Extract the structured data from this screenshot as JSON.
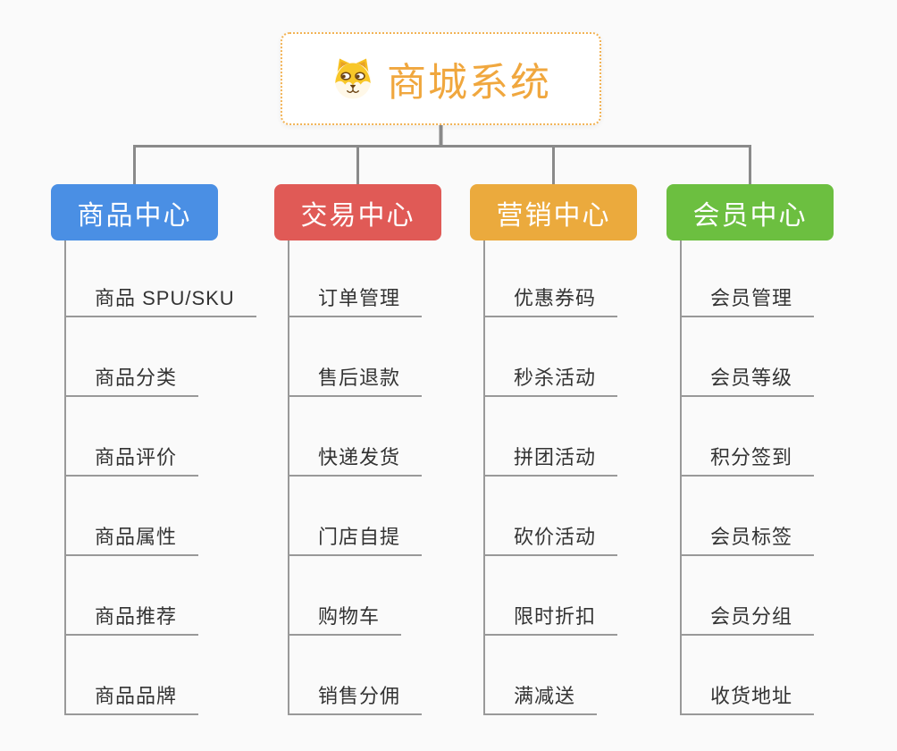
{
  "page": {
    "background_color": "#fafafa",
    "connector_color": "#8a8a8a",
    "underline_color": "#999999"
  },
  "root": {
    "title": "商城系统",
    "icon": "doge-icon",
    "text_color": "#f0a73e",
    "border_color": "#f2b355"
  },
  "branches": [
    {
      "label": "商品中心",
      "color": "#4a8fe4",
      "children": [
        "商品 SPU/SKU",
        "商品分类",
        "商品评价",
        "商品属性",
        "商品推荐",
        "商品品牌"
      ]
    },
    {
      "label": "交易中心",
      "color": "#e05a56",
      "children": [
        "订单管理",
        "售后退款",
        "快递发货",
        "门店自提",
        "购物车",
        "销售分佣"
      ]
    },
    {
      "label": "营销中心",
      "color": "#ebaa3d",
      "children": [
        "优惠券码",
        "秒杀活动",
        "拼团活动",
        "砍价活动",
        "限时折扣",
        "满减送"
      ]
    },
    {
      "label": "会员中心",
      "color": "#6cbf40",
      "children": [
        "会员管理",
        "会员等级",
        "积分签到",
        "会员标签",
        "会员分组",
        "收货地址"
      ]
    }
  ]
}
